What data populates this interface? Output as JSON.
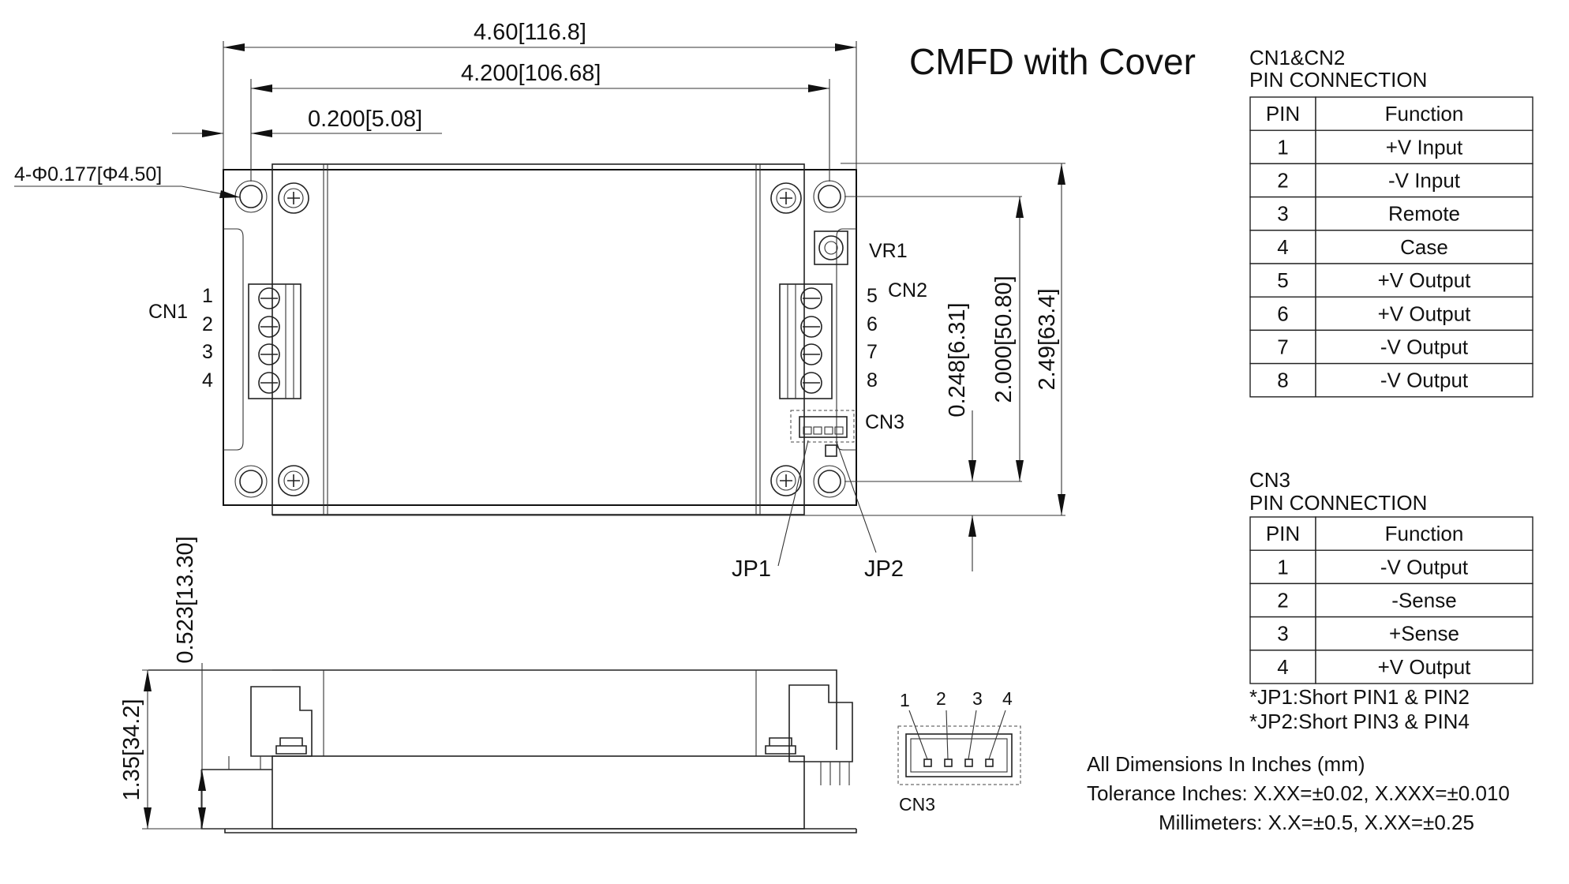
{
  "title": "CMFD with Cover",
  "dimensions": {
    "overall_width": "4.60[116.8]",
    "hole_pitch_x": "4.200[106.68]",
    "hole_offset_x": "0.200[5.08]",
    "hole_diameter": "4-Φ0.177[Φ4.50]",
    "hole_offset_y": "0.248[6.31]",
    "hole_pitch_y": "2.000[50.80]",
    "overall_height": "2.49[63.4]",
    "cn3_offset": "0.523[13.30]",
    "side_height": "1.35[34.2]"
  },
  "labels": {
    "cn1": "CN1",
    "cn2": "CN2",
    "cn3": "CN3",
    "vr1": "VR1",
    "jp1": "JP1",
    "jp2": "JP2",
    "cn1_pins": [
      "1",
      "2",
      "3",
      "4"
    ],
    "cn2_pins": [
      "5",
      "6",
      "7",
      "8"
    ],
    "cn3_detail_pins": [
      "1",
      "2",
      "3",
      "4"
    ],
    "cn3_detail_label": "CN3"
  },
  "table_cn1_cn2": {
    "title_line1": "CN1&CN2",
    "title_line2": "PIN CONNECTION",
    "headers": [
      "PIN",
      "Function"
    ],
    "rows": [
      [
        "1",
        "+V Input"
      ],
      [
        "2",
        "-V Input"
      ],
      [
        "3",
        "Remote"
      ],
      [
        "4",
        "Case"
      ],
      [
        "5",
        "+V Output"
      ],
      [
        "6",
        "+V Output"
      ],
      [
        "7",
        "-V Output"
      ],
      [
        "8",
        "-V Output"
      ]
    ]
  },
  "table_cn3": {
    "title_line1": "CN3",
    "title_line2": "PIN CONNECTION",
    "headers": [
      "PIN",
      "Function"
    ],
    "rows": [
      [
        "1",
        "-V Output"
      ],
      [
        "2",
        "-Sense"
      ],
      [
        "3",
        "+Sense"
      ],
      [
        "4",
        "+V Output"
      ]
    ]
  },
  "jumper_notes": [
    "*JP1:Short PIN1 & PIN2",
    "*JP2:Short PIN3 & PIN4"
  ],
  "notes": {
    "units": "All Dimensions In Inches (mm)",
    "tolerance_inches": "Tolerance  Inches: X.XX=±0.02, X.XXX=±0.010",
    "tolerance_mm": "Millimeters: X.X=±0.5, X.XX=±0.25"
  }
}
